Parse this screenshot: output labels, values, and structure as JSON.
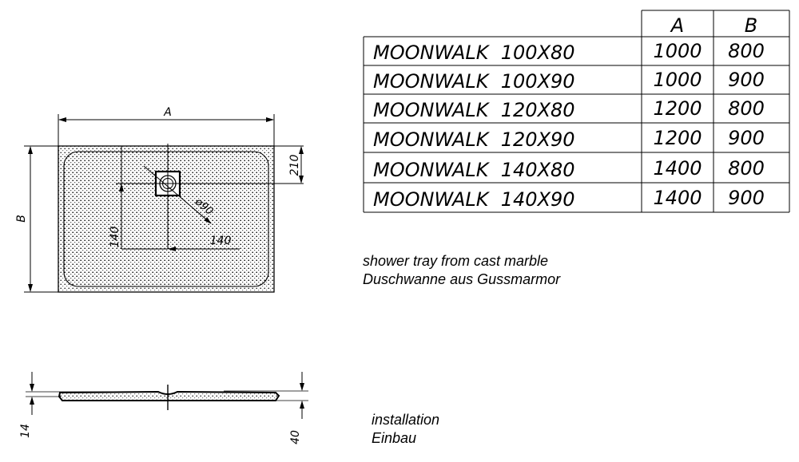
{
  "plan_view": {
    "dim_a": "A",
    "dim_b": "B",
    "dim_210": "210",
    "dim_140_vertical": "140",
    "dim_140_horizontal": "140",
    "drain_diameter": "ø90"
  },
  "section_view": {
    "dim_14": "14",
    "dim_40": "40"
  },
  "table": {
    "col_a": "A",
    "col_b": "B",
    "rows": [
      {
        "model": "MOONWALK  100X80",
        "a": "1000",
        "b": "800"
      },
      {
        "model": "MOONWALK  100X90",
        "a": "1000",
        "b": "900"
      },
      {
        "model": "MOONWALK  120X80",
        "a": "1200",
        "b": "800"
      },
      {
        "model": "MOONWALK  120X90",
        "a": "1200",
        "b": "900"
      },
      {
        "model": "MOONWALK  140X80",
        "a": "1400",
        "b": "800"
      },
      {
        "model": "MOONWALK  140X90",
        "a": "1400",
        "b": "900"
      }
    ]
  },
  "captions": {
    "material_en": "shower tray from cast marble",
    "material_de": "Duschwanne aus Gussmarmor",
    "install_en": "installation",
    "install_de": "Einbau"
  }
}
